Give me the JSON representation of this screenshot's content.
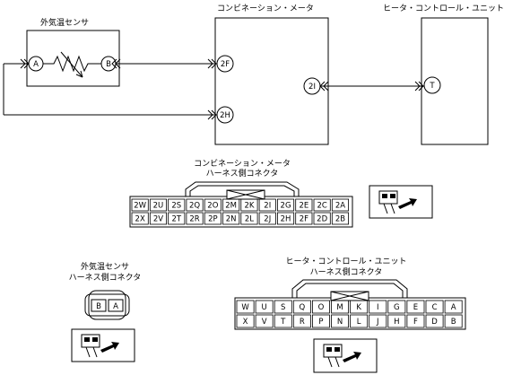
{
  "top": {
    "sensor": {
      "title": "外気温センサ",
      "pin_a": "A",
      "pin_b": "B"
    },
    "meter": {
      "title": "コンビネーション・メータ",
      "pin_2f": "2F",
      "pin_2h": "2H",
      "pin_2i": "2I"
    },
    "heater": {
      "title": "ヒータ・コントロール・ユニット",
      "pin_t": "T"
    }
  },
  "meter_conn": {
    "title1": "コンビネーション・メータ",
    "title2": "ハーネス側コネクタ",
    "row1": [
      "2W",
      "2U",
      "2S",
      "2Q",
      "2O",
      "2M",
      "2K",
      "2I",
      "2G",
      "2E",
      "2C",
      "2A"
    ],
    "row2": [
      "2X",
      "2V",
      "2T",
      "2R",
      "2P",
      "2N",
      "2L",
      "2J",
      "2H",
      "2F",
      "2D",
      "2B"
    ]
  },
  "sensor_conn": {
    "title1": "外気温センサ",
    "title2": "ハーネス側コネクタ",
    "pins": [
      "B",
      "A"
    ]
  },
  "heater_conn": {
    "title1": "ヒータ・コントロール・ユニット",
    "title2": "ハーネス側コネクタ",
    "row1": [
      "W",
      "U",
      "S",
      "Q",
      "O",
      "M",
      "K",
      "I",
      "G",
      "E",
      "C",
      "A"
    ],
    "row2": [
      "X",
      "V",
      "T",
      "R",
      "P",
      "N",
      "L",
      "J",
      "H",
      "F",
      "D",
      "B"
    ]
  }
}
